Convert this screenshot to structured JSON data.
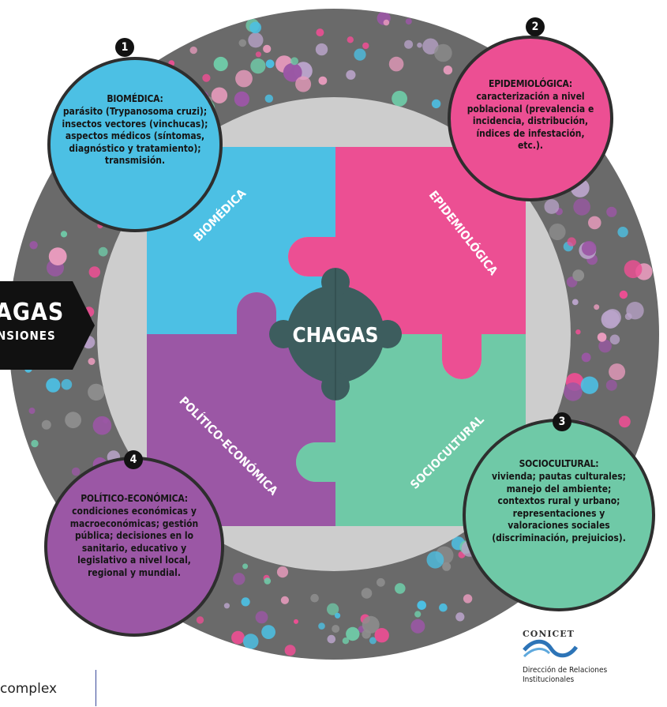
{
  "colors": {
    "biomedica": "#4cc0e4",
    "epidemiologica": "#ec4f93",
    "sociocultural": "#6fc9a7",
    "politico_economica": "#9b57a5",
    "ring": "#6a6a6a",
    "inner_ring": "#cfcfcf",
    "center": "#3d5d5e"
  },
  "center_label": "CHAGAS",
  "side_tab": {
    "line1": "AGAS",
    "line2": "NSIONES"
  },
  "quadrants": {
    "biomedica": "BIOMÉDICA",
    "epidemiologica": "EPIDEMIOLÓGICA",
    "sociocultural": "SOCIOCULTURAL",
    "politico": "POLÍTICO-ECONÓMICA"
  },
  "bubbles": {
    "b1": {
      "number": "1",
      "title": "BIOMÉDICA:",
      "text": "parásito (Trypanosoma cruzi); insectos vectores (vinchucas); aspectos médicos (síntomas, diagnóstico y tratamiento); transmisión."
    },
    "b2": {
      "number": "2",
      "title": "EPIDEMIOLÓGICA:",
      "text": "caracterización a nivel poblacional (prevalencia e incidencia, distribución, índices de infestación, etc.)."
    },
    "b3": {
      "number": "3",
      "title": "SOCIOCULTURAL:",
      "text": "vivienda; pautas culturales; manejo del ambiente; contextos rural y urbano; representaciones y valoraciones sociales (discriminación, prejuicios)."
    },
    "b4": {
      "number": "4",
      "title": "POLÍTICO-ECONÓMICA:",
      "text": "condiciones económicas y macroeconómicas; gestión pública; decisiones en lo sanitario, educativo y legislativo a nivel local, regional y mundial."
    }
  },
  "logo": {
    "name": "CONICET",
    "line1": "Dirección de Relaciones",
    "line2": "Institucionales"
  },
  "footer_text": "complex"
}
